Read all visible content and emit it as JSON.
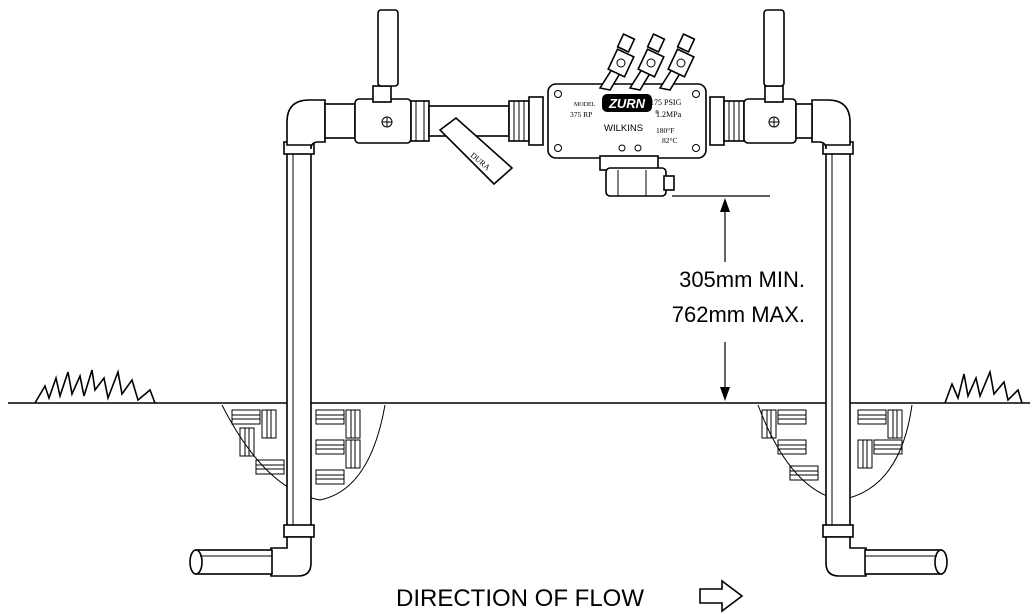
{
  "dimension": {
    "min_label": "305mm MIN.",
    "max_label": "762mm MAX."
  },
  "valve_plate": {
    "model_label": "MODEL",
    "model_number": "375 RP",
    "brand": "ZURN",
    "registered_mark": "®",
    "maker": "WILKINS",
    "pressure_psi": "175 PSIG",
    "pressure_mpa": "1.2MPa",
    "temp_f": "180°F",
    "temp_c": "82°C"
  },
  "strainer_label": "DURA",
  "flow": {
    "label": "DIRECTION OF FLOW",
    "arrow_icon": "right-arrow-icon"
  },
  "colors": {
    "line": "#000000",
    "background": "#ffffff"
  }
}
